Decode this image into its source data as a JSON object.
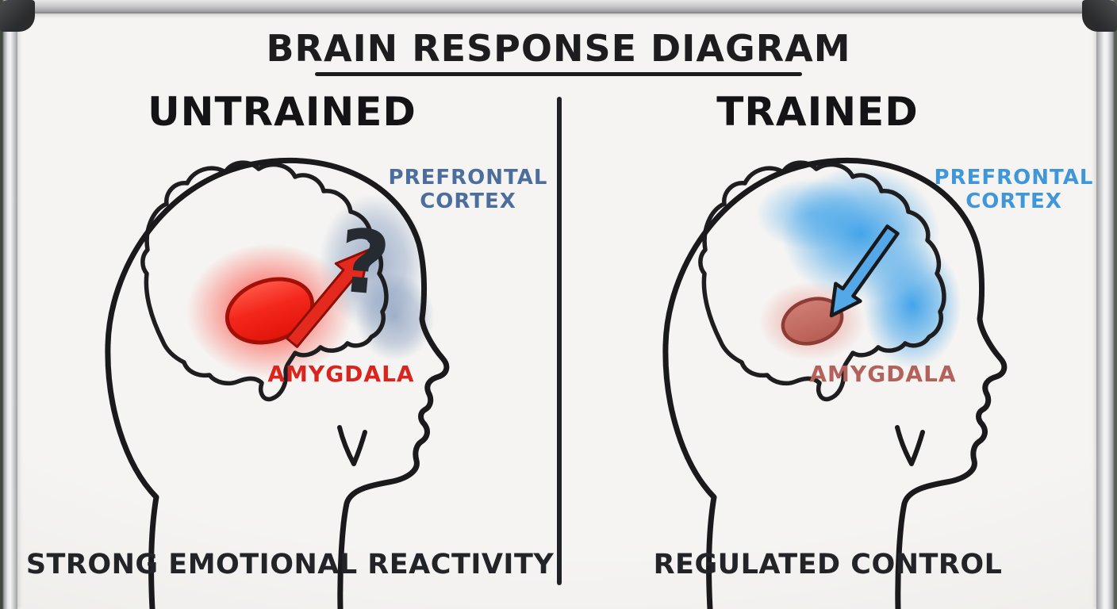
{
  "title": {
    "text": "BRAIN RESPONSE DIAGRAM"
  },
  "panels": {
    "untrained": {
      "header": "UNTRAINED",
      "prefrontal_label": "PREFRONTAL\nCORTEX",
      "amygdala_label": "AMYGDALA",
      "question_mark": "?",
      "caption": "STRONG EMOTIONAL REACTIVITY"
    },
    "trained": {
      "header": "TRAINED",
      "prefrontal_label": "PREFRONTAL\nCORTEX",
      "amygdala_label": "AMYGDALA",
      "caption": "REGULATED CONTROL"
    }
  },
  "colors": {
    "outline": "#1d1d1f",
    "amygdala_active": "#ee2016",
    "amygdala_label_active": "#da251e",
    "amygdala_calm": "#c06e64",
    "amygdala_label_calm": "#b2625b",
    "prefrontal_inactive_blob": "#7590b8",
    "prefrontal_label_inactive": "#4c6e9e",
    "prefrontal_active_glow": "#2496e8",
    "prefrontal_label_active": "#3f97da"
  }
}
